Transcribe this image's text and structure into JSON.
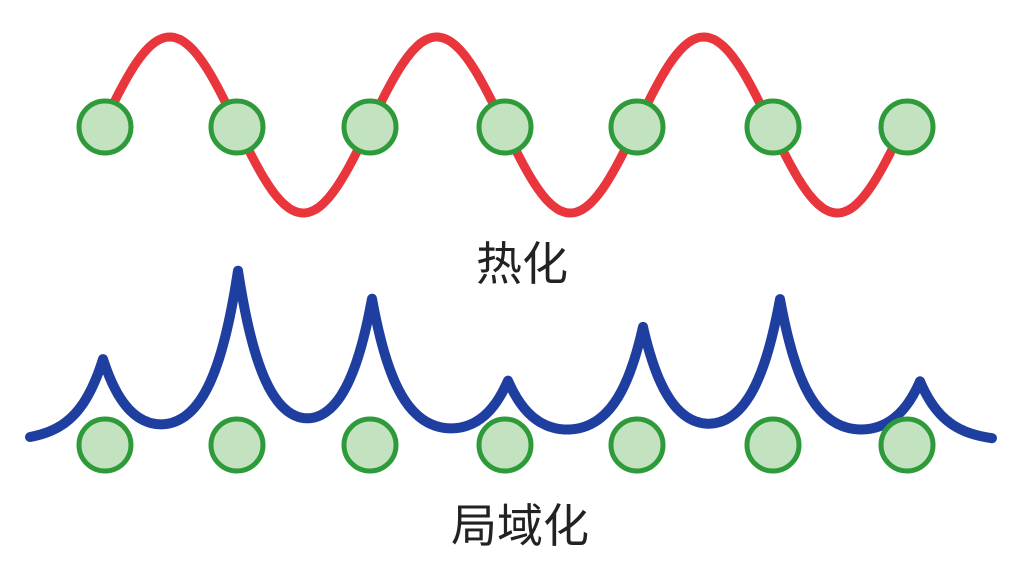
{
  "labels": {
    "thermal": "热化",
    "localized": "局域化"
  },
  "colors": {
    "thermal_wave": "#e8363c",
    "localized_wave": "#1f3fa0",
    "site_fill": "#c2e2c0",
    "site_stroke": "#2e9a3a"
  },
  "site_count": 7
}
